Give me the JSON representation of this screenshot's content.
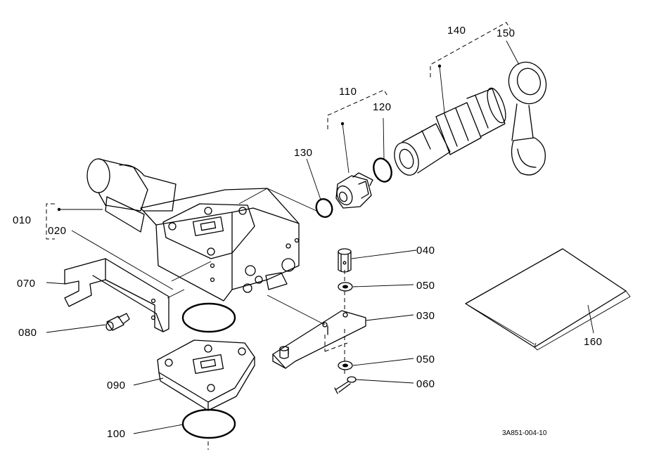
{
  "drawing_code": "3A851-004-10",
  "callouts": {
    "p010": "010",
    "p020": "020",
    "p030": "030",
    "p040": "040",
    "p050a": "050",
    "p050b": "050",
    "p060": "060",
    "p070": "070",
    "p080": "080",
    "p090": "090",
    "p100": "100",
    "p110": "110",
    "p120": "120",
    "p130": "130",
    "p140": "140",
    "p150": "150",
    "p160": "160"
  }
}
